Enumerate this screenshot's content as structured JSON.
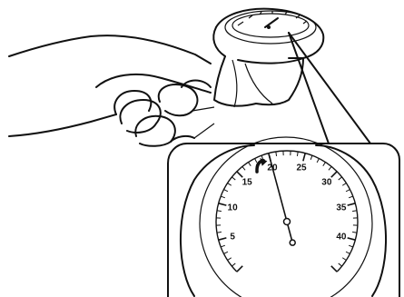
{
  "gauge": {
    "labels": [
      "5",
      "10",
      "15",
      "20",
      "25",
      "30",
      "35",
      "40"
    ],
    "min": 0,
    "max": 45,
    "needle_value": 20,
    "marker_value": 19
  }
}
